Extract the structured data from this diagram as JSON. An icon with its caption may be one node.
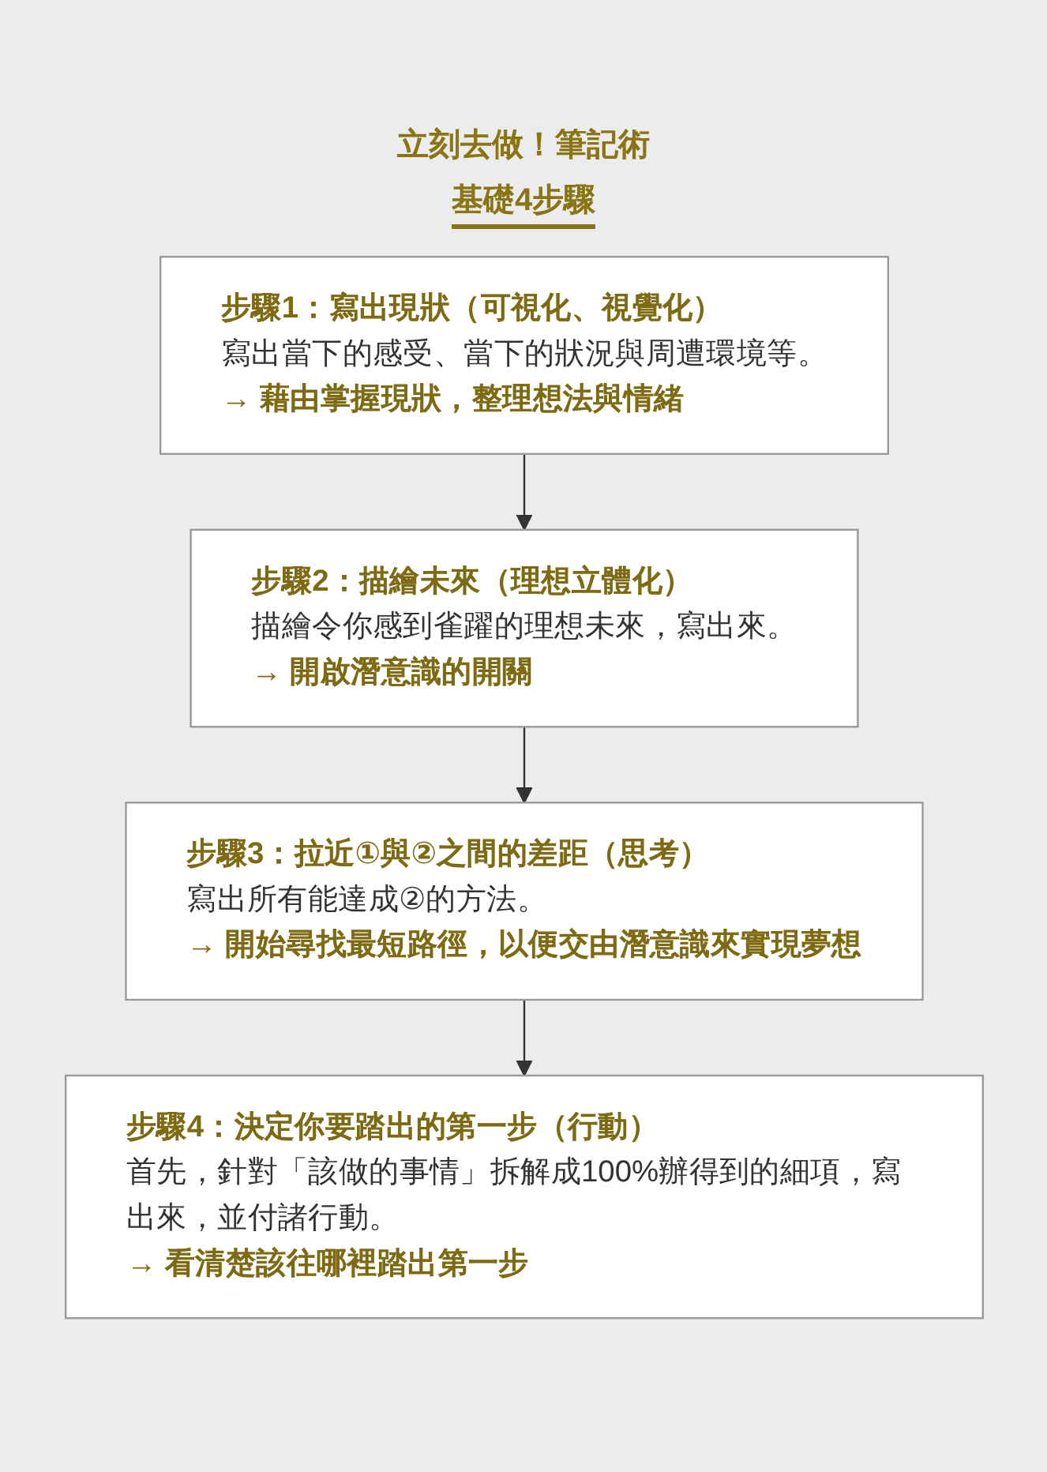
{
  "diagram": {
    "title": "立刻去做！筆記術",
    "labels": [
      "基礎4步驟"
    ],
    "nodes": [
      {
        "text": [
          "步驟1：寫出現狀（可視化、視覺化）",
          "寫出當下的感受、當下的狀況與周遭環境等。",
          "→ 藉由掌握現狀，整理想法與情緒"
        ]
      },
      {
        "text": [
          "步驟2：描繪未來（理想立體化）",
          "描繪令你感到雀躍的理想未來，寫出來。",
          "→ 開啟潛意識的開關"
        ]
      },
      {
        "text": [
          "步驟3：拉近①與②之間的差距（思考）",
          "寫出所有能達成②的方法。",
          "→ 開始尋找最短路徑，以便交由潛意識來實現夢想"
        ]
      },
      {
        "text": [
          "步驟4：決定你要踏出的第一步（行動）",
          "首先，針對「該做的事情」拆解成100%辦得到的細項，寫出來，並付諸行動。",
          "→ 看清楚該往哪裡踏出第一步"
        ]
      }
    ],
    "edges": [
      {
        "from": 0,
        "to": 1,
        "arrow": "to"
      },
      {
        "from": 1,
        "to": 2,
        "arrow": "to"
      },
      {
        "from": 2,
        "to": 3,
        "arrow": "to"
      }
    ]
  }
}
